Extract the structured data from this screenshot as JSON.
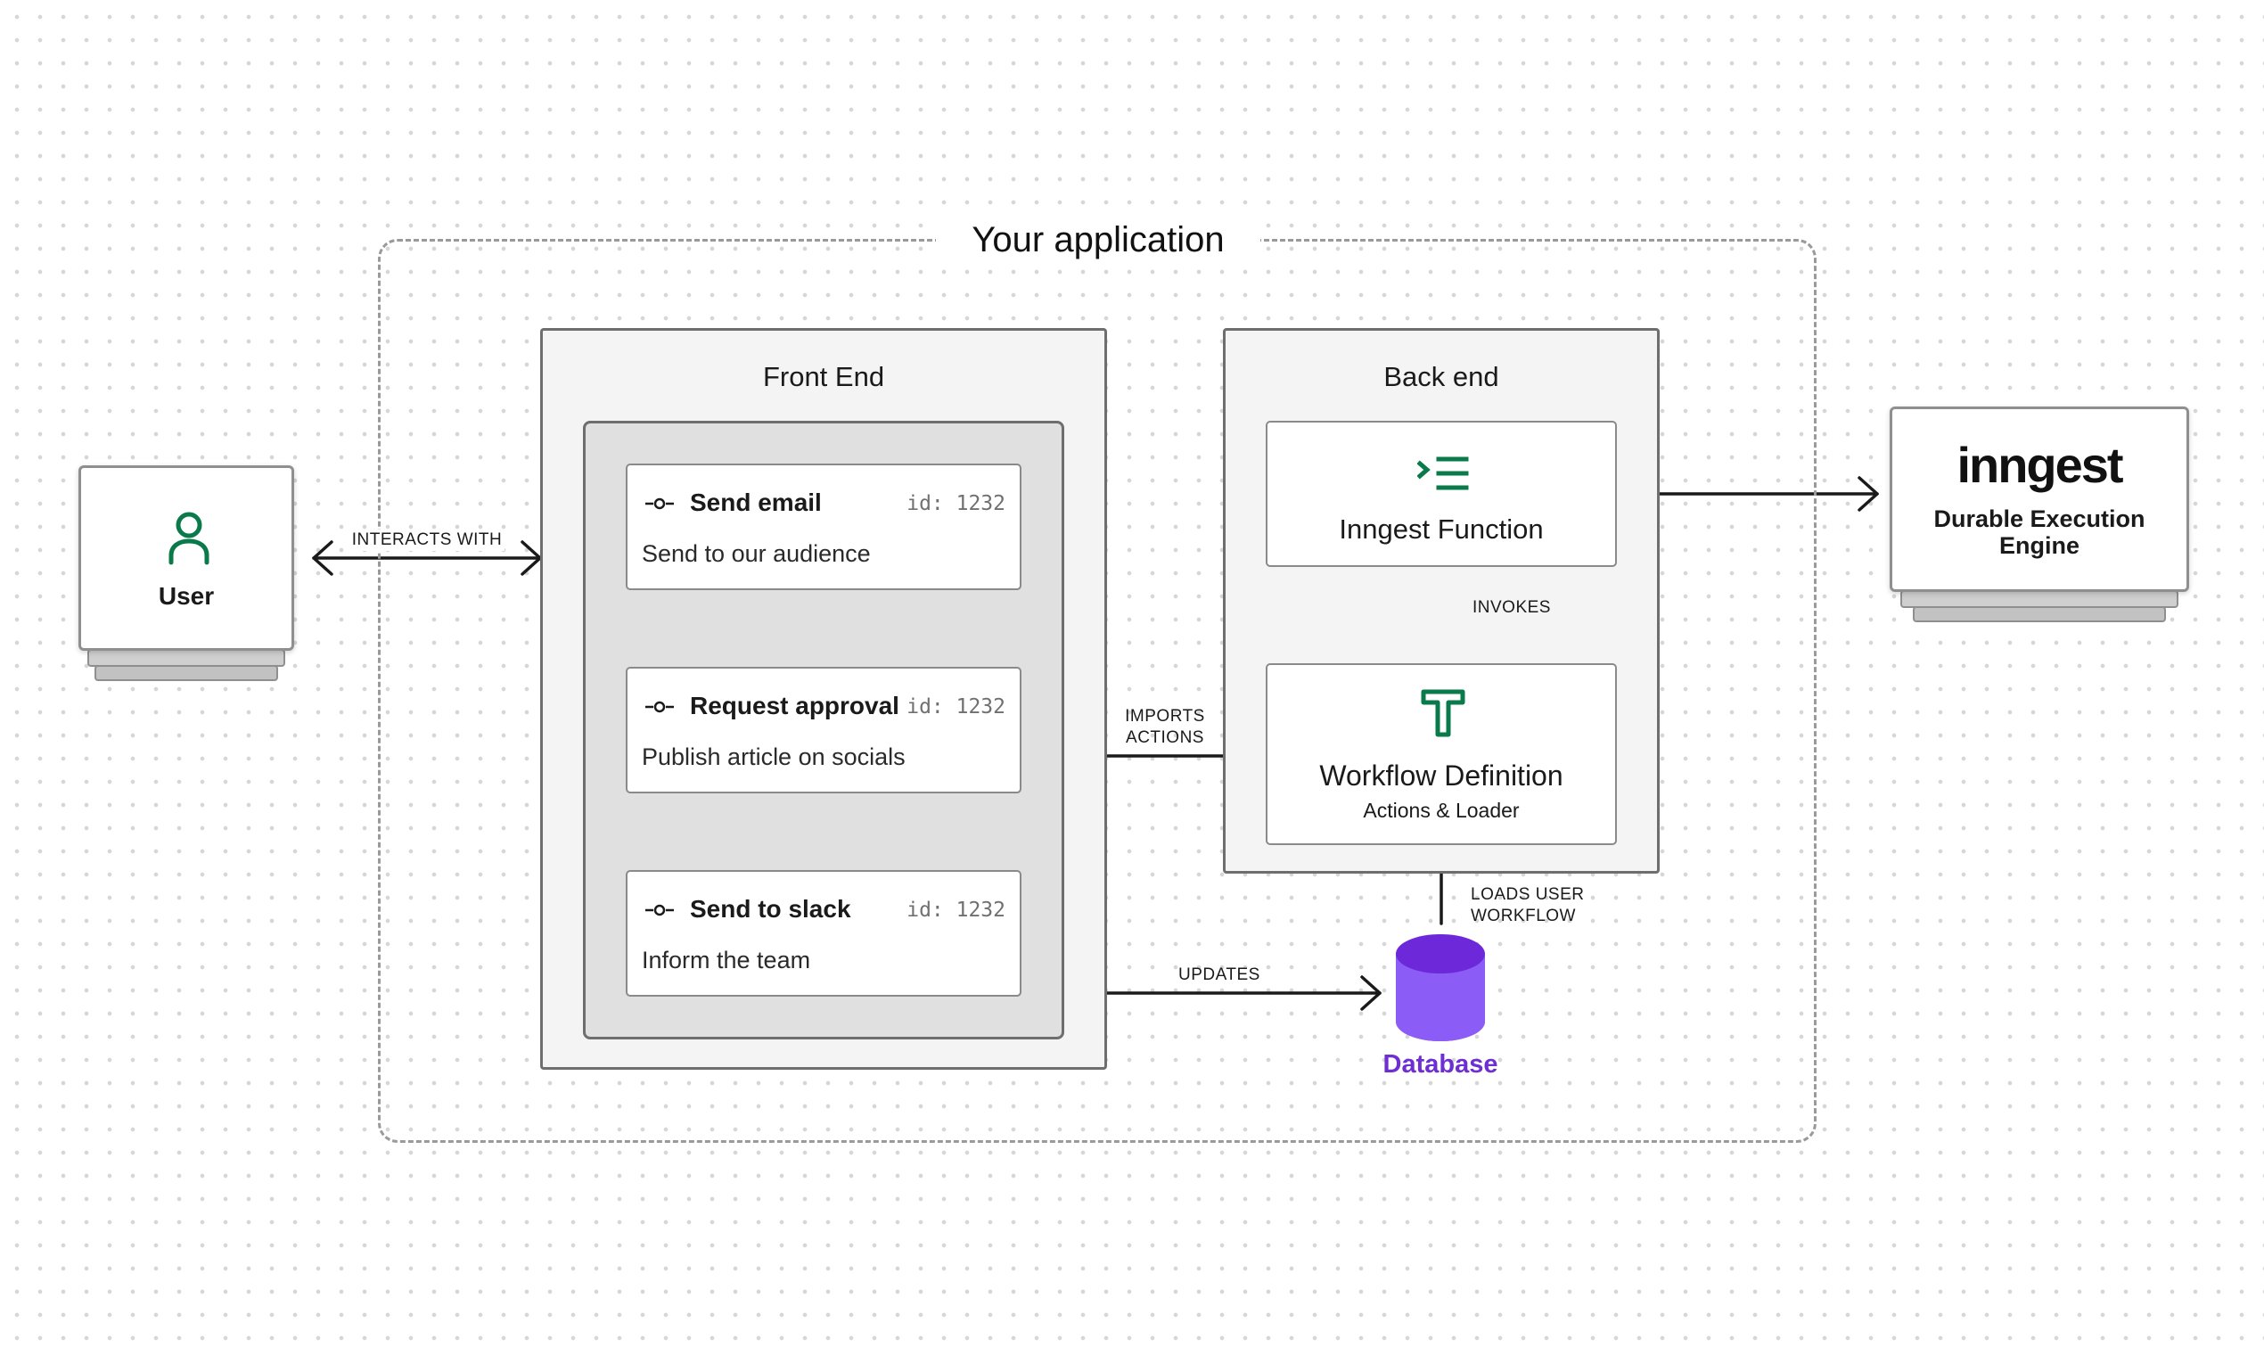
{
  "application": {
    "title": "Your application"
  },
  "user": {
    "label": "User",
    "icon": "user-icon",
    "icon_color": "#0b7a4b"
  },
  "front_end": {
    "title": "Front End",
    "steps": [
      {
        "title": "Send email",
        "id_label": "id: 1232",
        "description": "Send to our audience",
        "icon": "commit-node-icon"
      },
      {
        "title": "Request approval",
        "id_label": "id: 1232",
        "description": "Publish article on socials",
        "icon": "commit-node-icon"
      },
      {
        "title": "Send to slack",
        "id_label": "id: 1232",
        "description": "Inform the team",
        "icon": "commit-node-icon"
      }
    ]
  },
  "back_end": {
    "title": "Back end",
    "function": {
      "title": "Inngest Function",
      "icon": "inngest-function-icon"
    },
    "workflow": {
      "title": "Workflow Definition",
      "subtitle": "Actions & Loader",
      "icon": "workflow-definition-icon"
    }
  },
  "engine": {
    "logo_text": "inngest",
    "subtitle_line1": "Durable Execution",
    "subtitle_line2": "Engine"
  },
  "database": {
    "label": "Database",
    "color": "#7c3aed",
    "label_color": "#6d2ed3"
  },
  "edges": {
    "interacts_with": "INTERACTS WITH",
    "imports_actions_line1": "IMPORTS",
    "imports_actions_line2": "ACTIONS",
    "invokes": "INVOKES",
    "loads_user_workflow_line1": "LOADS USER",
    "loads_user_workflow_line2": "WORKFLOW",
    "updates": "UPDATES"
  },
  "colors": {
    "brand_green": "#0b7a4b",
    "arrow": "#1a1a1a",
    "step_connector": "#9a9a9a",
    "boundary": "#9a9a9a"
  }
}
